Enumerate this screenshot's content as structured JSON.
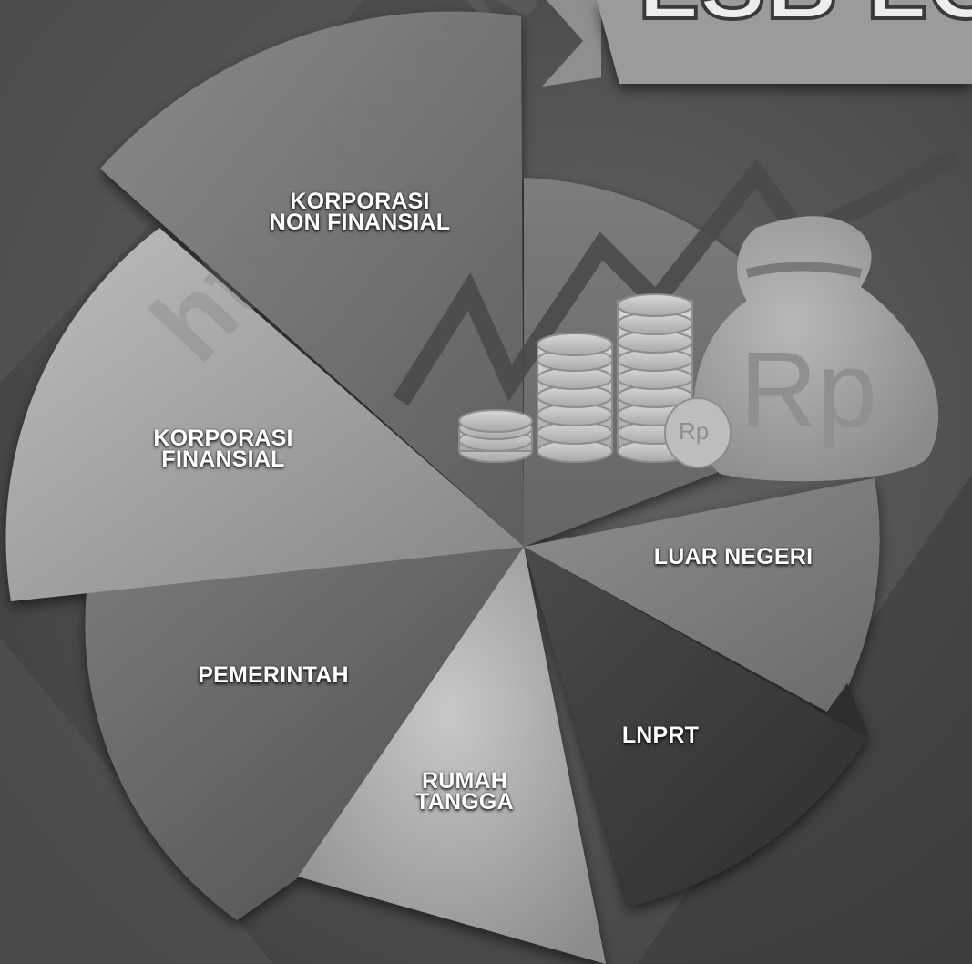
{
  "header": {
    "title_text": "LSB LGK"
  },
  "watermark": {
    "text": "http://www.bps.go.id"
  },
  "colors": {
    "background": "#4a4a4a",
    "label_text": "#ffffff",
    "coin": "#c9c9c9",
    "money_bag": "#a9a9a9"
  },
  "sectors": {
    "korporasi_non_finansial": [
      "KORPORASI",
      "NON FINANSIAL"
    ],
    "korporasi_finansial": [
      "KORPORASI",
      "FINANSIAL"
    ],
    "pemerintah": [
      "PEMERINTAH"
    ],
    "rumah_tangga": [
      "RUMAH",
      "TANGGA"
    ],
    "lnprt": [
      "LNPRT"
    ],
    "luar_negeri": [
      "LUAR NEGERI"
    ]
  },
  "illustration": {
    "bag_symbol": "Rp",
    "coin_symbol": "Rp",
    "icons": [
      "coin-stack-icon",
      "money-bag-icon",
      "trend-arrow-icon"
    ]
  }
}
